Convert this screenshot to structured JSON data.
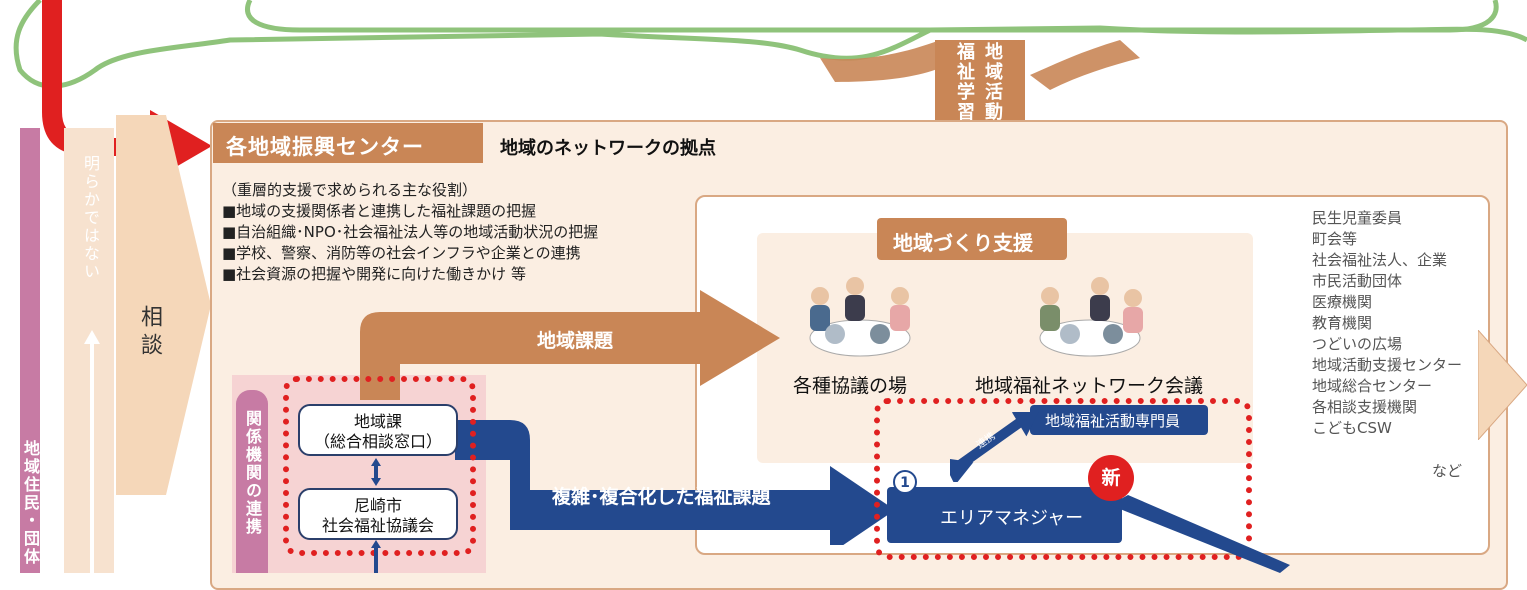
{
  "tree_label": "地域活動の支援 福祉学習の推進",
  "center": {
    "title": "各地域振興センター",
    "subtitle": "地域のネットワークの拠点",
    "roles_heading": "（重層的支援で求められる主な役割）",
    "roles": [
      "■地域の支援関係者と連携した福祉課題の把握",
      "■自治組織･NPO･社会福祉法人等の地域活動状況の把握",
      "■学校、警察、消防等の社会インフラや企業との連携",
      "■社会資源の把握や開発に向けた働きかけ 等"
    ]
  },
  "left": {
    "residents": "地域住民・団体",
    "unclear": "明らかではない",
    "consult": "相談",
    "kankei": "関係機関の連携"
  },
  "flow": {
    "regional_issue": "地域課題",
    "complex_issue": "複雑･複合化した福祉課題",
    "chiikika": [
      "地域課",
      "（総合相談窓口）"
    ],
    "shakyo": [
      "尼崎市",
      "社会福祉協議会"
    ]
  },
  "support": {
    "title": "地域づくり支援",
    "meeting1": "各種協議の場",
    "meeting2": "地域福祉ネットワーク会議",
    "specialist": "地域福祉活動専門員",
    "renkei": "連携",
    "circled_number": "1",
    "new_badge": "新",
    "area_manager": "エリアマネジャー"
  },
  "orgs": {
    "items": [
      "民生児童委員",
      "町会等",
      "社会福祉法人、企業",
      "市民活動団体",
      "医療機関",
      "教育機関",
      "つどいの広場",
      "地域活動支援センター",
      "地域総合センター",
      "各相談支援機関",
      "こどもCSW"
    ],
    "etc": "など"
  },
  "colors": {
    "orange": "#c98656",
    "light_peach": "#f7e7d6",
    "purple": "#c77ba4",
    "navy": "#23498e",
    "red": "#e02020",
    "tree_green": "#8fc37b"
  }
}
